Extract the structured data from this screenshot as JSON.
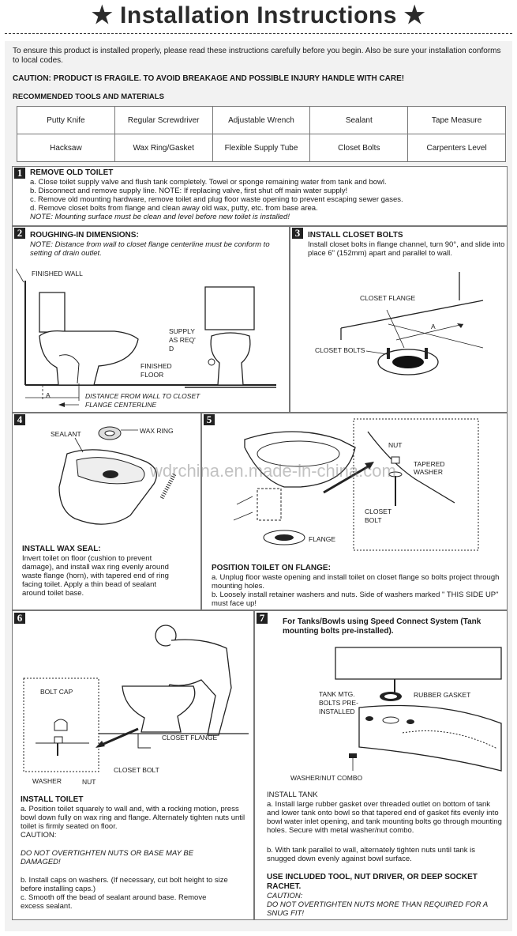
{
  "title": "★ Installation Instructions ★",
  "intro": "To ensure this product is installed properly, please read these instructions carefully before you begin. Also be sure your installation conforms to local codes.",
  "caution": "CAUTION: PRODUCT IS FRAGILE. TO AVOID BREAKAGE AND POSSIBLE INJURY HANDLE WITH CARE!",
  "tools_heading": "RECOMMENDED TOOLS AND MATERIALS",
  "tools": [
    [
      "Putty Knife",
      "Regular Screwdriver",
      "Adjustable Wrench",
      "Sealant",
      "Tape Measure"
    ],
    [
      "Hacksaw",
      "Wax Ring/Gasket",
      "Flexible Supply Tube",
      "Closet Bolts",
      "Carpenters Level"
    ]
  ],
  "step1": {
    "num": "1",
    "heading": "REMOVE OLD TOILET",
    "a": "a. Close toilet supply valve and flush tank completely. Towel or sponge remaining water from tank and bowl.",
    "b": "b. Disconnect and remove supply line. NOTE: If replacing valve, first shut off main water supply!",
    "c": "c. Remove old mounting hardware, remove toilet and plug floor waste opening to prevent escaping sewer gases.",
    "d": "d. Remove closet bolts from flange and clean away old wax, putty, etc. from base area.",
    "note": "NOTE: Mounting surface must be clean and level before new toilet is installed!"
  },
  "step2": {
    "num": "2",
    "heading": "ROUGHING-IN DIMENSIONS:",
    "note": "NOTE: Distance from wall to closet flange centerline must be conform to setting of drain outlet.",
    "finished_wall": "FINISHED WALL",
    "supply": "SUPPLY AS REQ' D",
    "finished_floor": "FINISHED FLOOR",
    "a_label": "A",
    "distance": "DISTANCE FROM WALL TO CLOSET FLANGE CENTERLINE"
  },
  "step3": {
    "num": "3",
    "heading": "INSTALL CLOSET BOLTS",
    "text": "Install closet bolts in flange channel, turn 90°, and slide into place 6\" (152mm) apart and parallel to wall.",
    "closet_flange": "CLOSET FLANGE",
    "closet_bolts": "CLOSET BOLTS",
    "a_label": "A"
  },
  "step4": {
    "num": "4",
    "sealant": "SEALANT",
    "wax_ring": "WAX RING",
    "heading": "INSTALL WAX SEAL:",
    "text": "Invert toilet on floor (cushion to prevent damage), and install wax ring evenly around waste flange (horn), with tapered end of ring facing toilet. Apply a thin bead of sealant around toilet base."
  },
  "step5": {
    "num": "5",
    "watermark": "wdrchina.en.made-in-china.com",
    "nut": "NUT",
    "tapered_washer": "TAPERED WASHER",
    "closet_bolt": "CLOSET BOLT",
    "flange": "FLANGE",
    "heading": "POSITION TOILET ON FLANGE:",
    "a": "a. Unplug floor waste opening and install toilet on closet flange so bolts project through mounting holes.",
    "b": "b. Loosely install retainer washers and nuts. Side of washers marked \" THIS SIDE UP\" must face up!"
  },
  "step6": {
    "num": "6",
    "bolt_cap": "BOLT CAP",
    "closet_flange": "CLOSET FLANGE",
    "closet_bolt": "CLOSET BOLT",
    "washer": "WASHER",
    "nut": "NUT",
    "heading": "INSTALL TOILET",
    "a": "a. Position toilet squarely to wall and, with a rocking motion, press bowl down fully on wax ring and flange. Alternately tighten nuts until toilet is firmly seated on floor.",
    "caution_label": "CAUTION:",
    "caution": "DO NOT OVERTIGHTEN NUTS OR BASE MAY BE DAMAGED!",
    "b": "b. Install caps on washers. (If necessary, cut bolt height to size before installing caps.)",
    "c": "c. Smooth off the bead of sealant around base. Remove excess sealant."
  },
  "step7": {
    "num": "7",
    "heading": "For Tanks/Bowls using Speed Connect System (Tank mounting bolts pre-installed).",
    "tank_bolts": "TANK MTG. BOLTS PRE-INSTALLED",
    "rubber_gasket": "RUBBER GASKET",
    "washer_nut": "WASHER/NUT COMBO",
    "install_tank": "INSTALL TANK",
    "a": "a. Install large rubber gasket over threaded outlet on bottom of tank and lower tank onto bowl so that tapered end of gasket fits evenly into bowl water inlet opening, and tank mounting bolts go through mounting holes. Secure with metal washer/nut combo.",
    "b": "b. With tank parallel to wall, alternately tighten nuts until tank is snugged down evenly against bowl surface.",
    "use_tool": "USE INCLUDED TOOL, NUT DRIVER, OR DEEP SOCKET RACHET.",
    "caution_label": "CAUTION:",
    "caution": "DO NOT OVERTIGHTEN NUTS MORE THAN REQUIRED FOR A SNUG FIT!"
  }
}
